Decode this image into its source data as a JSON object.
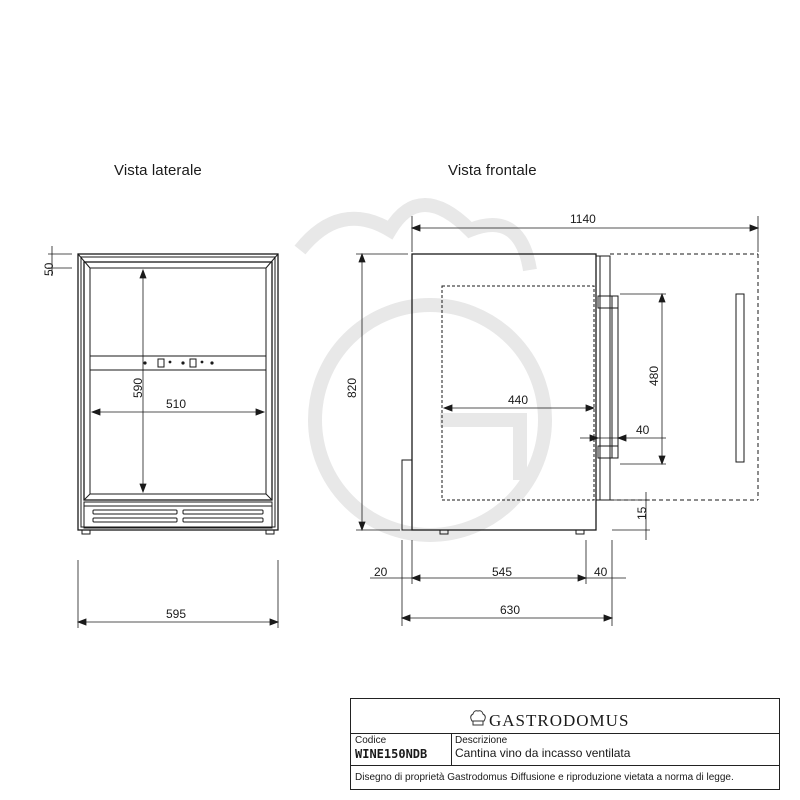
{
  "views": {
    "side_title": "Vista laterale",
    "front_title": "Vista frontale"
  },
  "dimensions": {
    "side_height_top": "50",
    "side_inner_height": "590",
    "side_inner_width": "510",
    "side_total_width": "595",
    "front_total_width": "1140",
    "front_height": "820",
    "front_inner_width": "440",
    "handle_height": "480",
    "handle_depth": "40",
    "bottom_gap": "15",
    "depth_back": "20",
    "depth_body": "545",
    "depth_front": "40",
    "depth_total": "630"
  },
  "title_block": {
    "brand": "GASTRODOMUS",
    "code_label": "Codice",
    "code_value": "WINE150NDB",
    "description_label": "Descrizione",
    "description_value": "Cantina vino da incasso ventilata",
    "footer_left": "Disegno di proprietà Gastrodomus -",
    "footer_right": "Diffusione e riproduzione vietata a norma di legge."
  },
  "colors": {
    "line": "#1a1a1a",
    "watermark": "#e8e8e8"
  },
  "icons": {
    "brand_logo": "chef-hat-icon"
  }
}
